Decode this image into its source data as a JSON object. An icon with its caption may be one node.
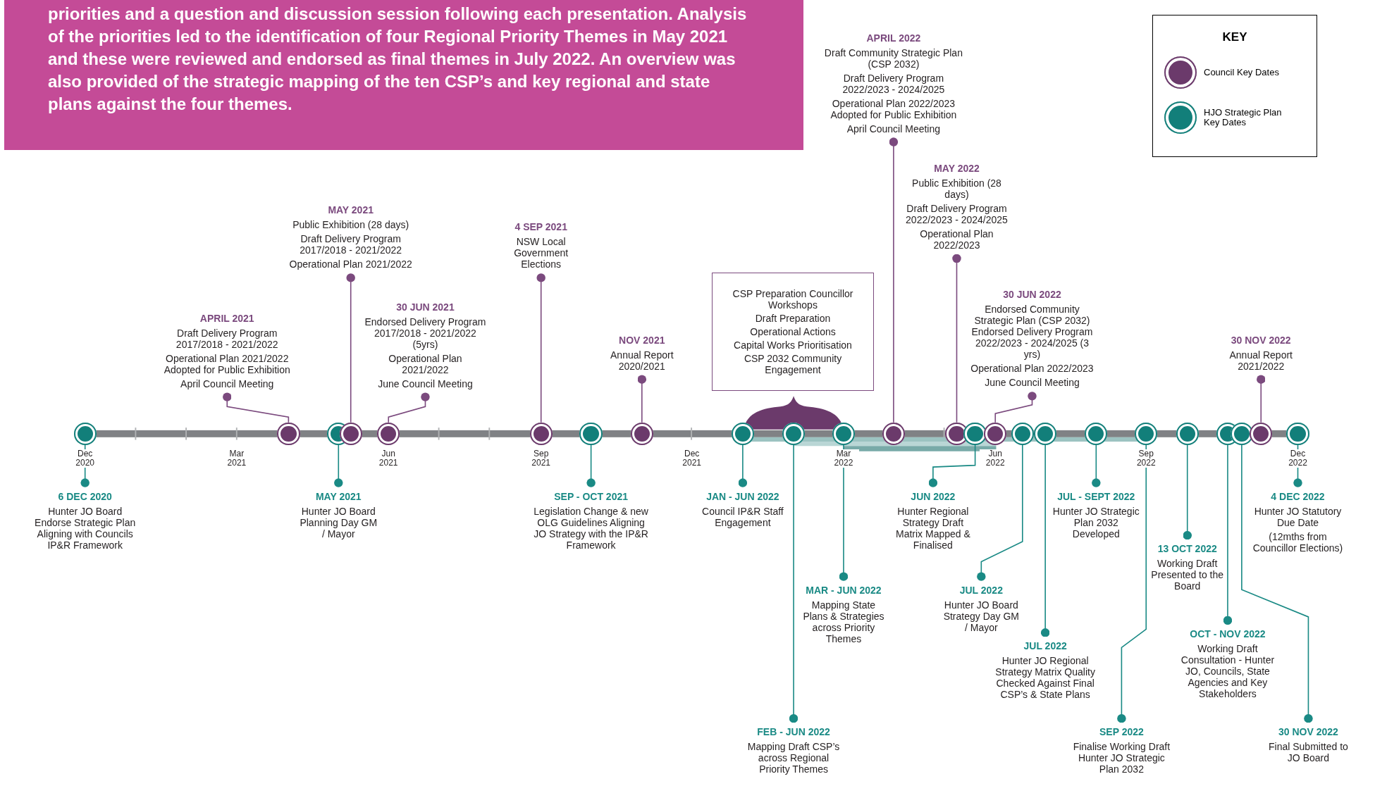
{
  "diagram": {
    "nodes": [
      {
        "text": [
          "priorities and a question and discussion session following each presentation. Analysis of the priorities led to the identification of four Regional Priority Themes in May 2021 and these were reviewed and endorsed as final themes in July 2022. An overview was also provided of the strategic mapping of the ten CSP’s and key regional and state plans against the four themes."
        ]
      },
      {
        "text": [
          "KEY"
        ]
      },
      {
        "text": [
          "CSP Preparation Councillor Workshops",
          "Draft Preparation",
          "Operational Actions",
          "Capital Works Prioritisation",
          "CSP 2032 Community Engagement"
        ]
      },
      {
        "text": [
          "APRIL 2021",
          "Draft Delivery Program 2017/2018 - 2021/2022",
          "Operational Plan 2021/2022 Adopted for Public Exhibition",
          "April Council Meeting"
        ]
      },
      {
        "text": [
          "MAY 2021",
          "Public Exhibition (28 days)",
          "Draft Delivery Program 2017/2018 - 2021/2022",
          "Operational Plan 2021/2022"
        ]
      },
      {
        "text": [
          "30 JUN 2021",
          "Endorsed Delivery Program 2017/2018 - 2021/2022 (5yrs)",
          "Operational Plan 2021/2022",
          "June Council Meeting"
        ]
      },
      {
        "text": [
          "4 SEP 2021",
          "NSW Local Government Elections"
        ]
      },
      {
        "text": [
          "NOV 2021",
          "Annual Report 2020/2021"
        ]
      },
      {
        "text": [
          "APRIL 2022",
          "Draft Community Strategic Plan (CSP 2032)",
          "Draft Delivery Program 2022/2023 - 2024/2025",
          "Operational Plan 2022/2023 Adopted for Public Exhibition",
          "April Council Meeting"
        ]
      },
      {
        "text": [
          "MAY 2022",
          "Public Exhibition (28 days)",
          "Draft Delivery Program 2022/2023 - 2024/2025",
          "Operational Plan 2022/2023"
        ]
      },
      {
        "text": [
          "30 JUN 2022",
          "Endorsed Community Strategic Plan (CSP 2032) Endorsed Delivery Program 2022/2023 - 2024/2025 (3 yrs)",
          "Operational Plan 2022/2023",
          "June Council Meeting"
        ]
      },
      {
        "text": [
          "30 NOV 2022",
          "Annual Report 2021/2022"
        ]
      },
      {
        "text": [
          "6 DEC 2020",
          "Hunter JO Board Endorse Strategic Plan Aligning with Councils IP&R Framework"
        ]
      },
      {
        "text": [
          "MAY 2021",
          "Hunter JO Board Planning Day GM / Mayor"
        ]
      },
      {
        "text": [
          "SEP - OCT 2021",
          "Legislation Change & new OLG Guidelines Aligning JO Strategy with the IP&R Framework"
        ]
      },
      {
        "text": [
          "JAN - JUN 2022",
          "Council IP&R Staff Engagement"
        ]
      },
      {
        "text": [
          "FEB - JUN 2022",
          "Mapping Draft CSP’s across Regional Priority Themes"
        ]
      },
      {
        "text": [
          "MAR - JUN 2022",
          "Mapping State Plans & Strategies across Priority Themes"
        ]
      },
      {
        "text": [
          "JUN 2022",
          "Hunter Regional Strategy Draft Matrix Mapped & Finalised"
        ]
      },
      {
        "text": [
          "JUL 2022",
          "Hunter JO Board Strategy Day GM / Mayor"
        ]
      },
      {
        "text": [
          "JUL 2022",
          "Hunter JO Regional Strategy Matrix Quality Checked Against Final CSP’s & State Plans"
        ]
      },
      {
        "text": [
          "JUL - SEPT 2022",
          "Hunter JO Strategic Plan 2032 Developed"
        ]
      },
      {
        "text": [
          "SEP 2022",
          "Finalise Working Draft Hunter JO Strategic Plan 2032"
        ]
      },
      {
        "text": [
          "13 OCT 2022",
          "Working Draft Presented to the Board"
        ]
      },
      {
        "text": [
          "OCT - NOV 2022",
          "Working Draft Consultation - Hunter JO, Councils, State Agencies and Key Stakeholders"
        ]
      },
      {
        "text": [
          "30 NOV 2022",
          "Final Submitted to JO Board"
        ]
      },
      {
        "text": [
          "4 DEC 2022",
          "Hunter JO Statutory Due Date",
          "(12mths from Councillor Elections)"
        ]
      },
      {
        "text": [],
        "shape": "circle"
      },
      {
        "text": [],
        "shape": "circle"
      },
      {
        "text": [],
        "shape": "circle"
      },
      {
        "text": [],
        "shape": "circle"
      },
      {
        "text": [],
        "shape": "circle"
      },
      {
        "text": [],
        "shape": "circle"
      },
      {
        "text": [],
        "shape": "circle"
      },
      {
        "text": [],
        "shape": "circle"
      },
      {
        "text": [],
        "shape": "circle"
      },
      {
        "text": [],
        "shape": "circle"
      },
      {
        "text": [],
        "shape": "circle"
      },
      {
        "text": [],
        "shape": "circle"
      },
      {
        "text": [],
        "shape": "circle"
      },
      {
        "text": [],
        "shape": "circle"
      },
      {
        "text": [],
        "shape": "circle"
      },
      {
        "text": [],
        "shape": "circle"
      },
      {
        "text": [],
        "shape": "circle"
      },
      {
        "text": [],
        "shape": "circle"
      },
      {
        "text": [],
        "shape": "circle"
      },
      {
        "text": [],
        "shape": "circle"
      },
      {
        "text": [],
        "shape": "circle"
      },
      {
        "text": [],
        "shape": "circle"
      },
      {
        "text": [],
        "shape": "circle"
      },
      {
        "text": [],
        "shape": "circle"
      }
    ],
    "edges": [
      {
        "from": 3,
        "to": 28,
        "arrow": "other",
        "color": "#7b4a7e"
      },
      {
        "from": 4,
        "to": 30,
        "arrow": "other",
        "color": "#7b4a7e"
      },
      {
        "from": 5,
        "to": 31,
        "arrow": "other",
        "color": "#7b4a7e"
      },
      {
        "from": 6,
        "to": 32,
        "arrow": "other",
        "color": "#7b4a7e"
      },
      {
        "from": 7,
        "to": 34,
        "arrow": "other",
        "color": "#7b4a7e"
      },
      {
        "from": 8,
        "to": 38,
        "arrow": "other",
        "color": "#7b4a7e"
      },
      {
        "from": 9,
        "to": 39,
        "arrow": "other",
        "color": "#7b4a7e"
      },
      {
        "from": 10,
        "to": 41,
        "arrow": "other",
        "color": "#7b4a7e"
      },
      {
        "from": 11,
        "to": 49,
        "arrow": "other",
        "color": "#7b4a7e"
      },
      {
        "from": 12,
        "to": 27,
        "arrow": "other"
      },
      {
        "from": 13,
        "to": 29,
        "arrow": "other"
      },
      {
        "from": 14,
        "to": 33,
        "arrow": "other"
      },
      {
        "from": 15,
        "to": 35,
        "arrow": "other"
      },
      {
        "from": 16,
        "to": 36,
        "arrow": "other"
      },
      {
        "from": 17,
        "to": 37,
        "arrow": "other"
      },
      {
        "from": 18,
        "to": 40,
        "arrow": "other"
      },
      {
        "from": 19,
        "to": 42,
        "arrow": "other"
      },
      {
        "from": 20,
        "to": 43,
        "arrow": "other"
      },
      {
        "from": 21,
        "to": 44,
        "arrow": "other"
      },
      {
        "from": 22,
        "to": 45,
        "arrow": "other"
      },
      {
        "from": 23,
        "to": 46,
        "arrow": "other"
      },
      {
        "from": 24,
        "to": 47,
        "arrow": "other"
      },
      {
        "from": 25,
        "to": 48,
        "arrow": "other"
      },
      {
        "from": 26,
        "to": 50,
        "arrow": "other"
      }
    ],
    "labels": [
      "Dec 2020",
      "Mar 2021",
      "Jun 2021",
      "Sep 2021",
      "Dec 2021",
      "Mar 2022",
      "Jun 2022",
      "Sep 2022",
      "Dec 2022"
    ],
    "legend": [
      {
        "text": "Council Key Dates",
        "color": "#6b3a6b"
      },
      {
        "text": "HJO Strategic Plan Key Dates",
        "color": "#127f7a"
      }
    ]
  }
}
